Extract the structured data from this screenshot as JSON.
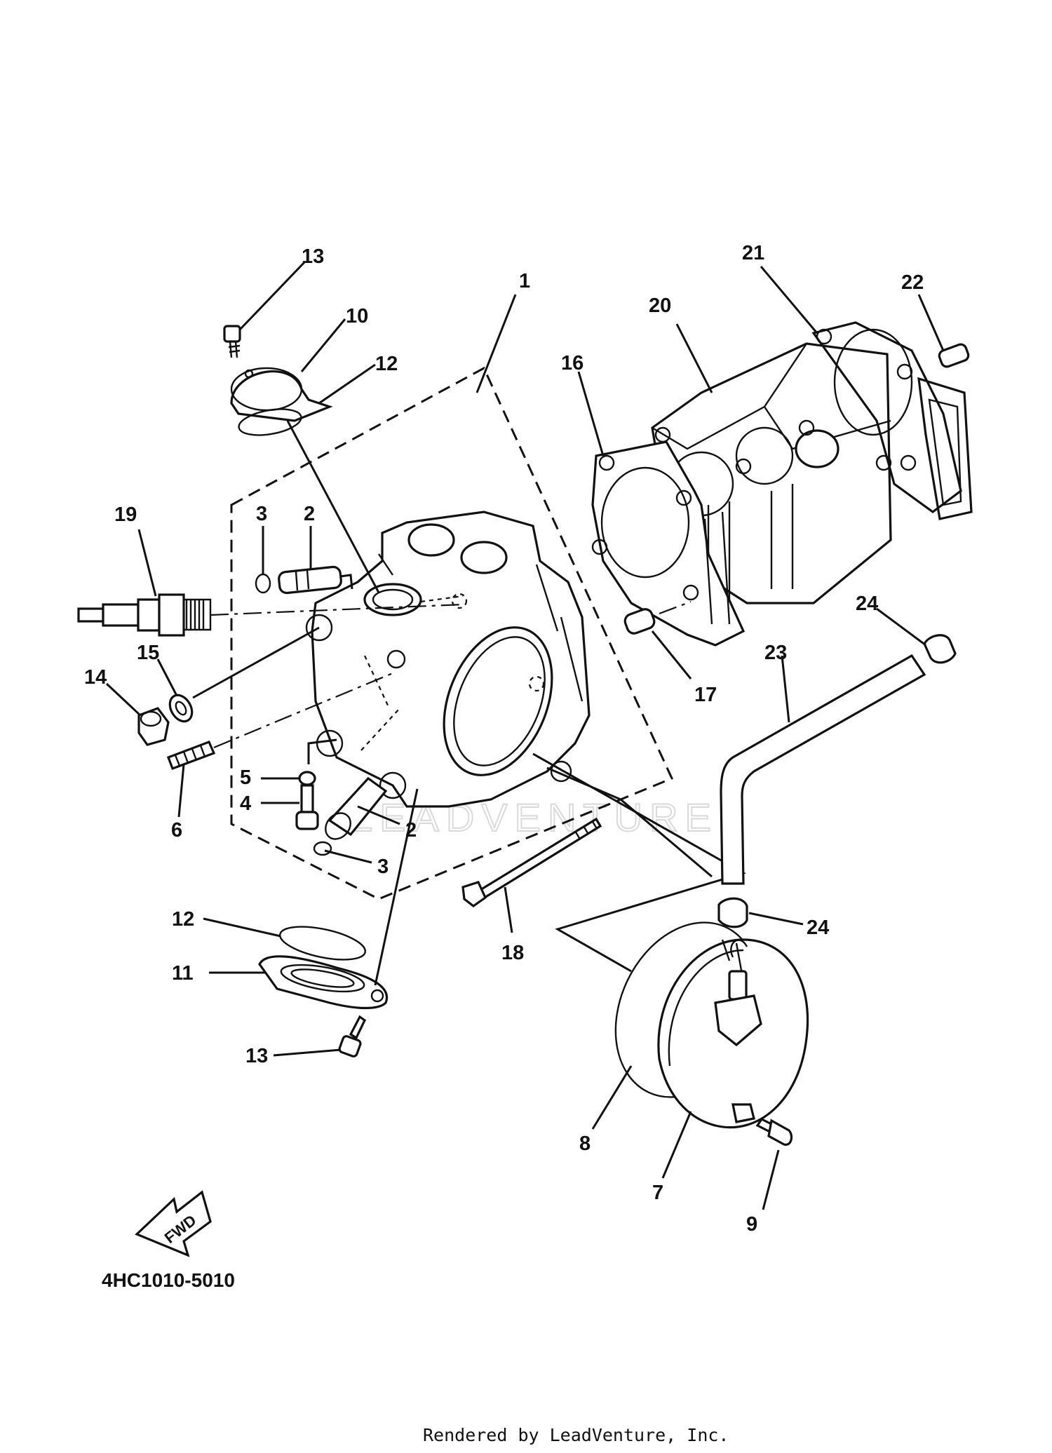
{
  "callouts": [
    {
      "id": "c1",
      "text": "1"
    },
    {
      "id": "c2a",
      "text": "2"
    },
    {
      "id": "c2b",
      "text": "2"
    },
    {
      "id": "c3a",
      "text": "3"
    },
    {
      "id": "c3b",
      "text": "3"
    },
    {
      "id": "c4",
      "text": "4"
    },
    {
      "id": "c5",
      "text": "5"
    },
    {
      "id": "c6",
      "text": "6"
    },
    {
      "id": "c7",
      "text": "7"
    },
    {
      "id": "c8",
      "text": "8"
    },
    {
      "id": "c9",
      "text": "9"
    },
    {
      "id": "c10",
      "text": "10"
    },
    {
      "id": "c11",
      "text": "11"
    },
    {
      "id": "c12a",
      "text": "12"
    },
    {
      "id": "c12b",
      "text": "12"
    },
    {
      "id": "c13a",
      "text": "13"
    },
    {
      "id": "c13b",
      "text": "13"
    },
    {
      "id": "c14",
      "text": "14"
    },
    {
      "id": "c15",
      "text": "15"
    },
    {
      "id": "c16",
      "text": "16"
    },
    {
      "id": "c17",
      "text": "17"
    },
    {
      "id": "c18",
      "text": "18"
    },
    {
      "id": "c19",
      "text": "19"
    },
    {
      "id": "c20",
      "text": "20"
    },
    {
      "id": "c21",
      "text": "21"
    },
    {
      "id": "c22",
      "text": "22"
    },
    {
      "id": "c23",
      "text": "23"
    },
    {
      "id": "c24a",
      "text": "24"
    },
    {
      "id": "c24b",
      "text": "24"
    }
  ],
  "fwd_arrow_text": "FWD",
  "diagram_code": "4HC1010-5010",
  "watermark_text": "LEADVENTURE",
  "footer_text": "Rendered by LeadVenture, Inc."
}
